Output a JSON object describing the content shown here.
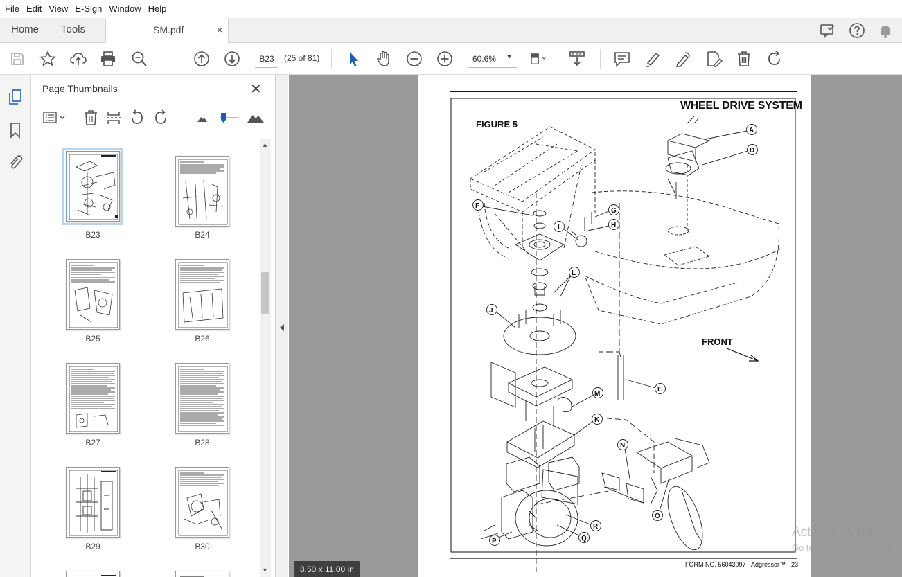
{
  "menu": [
    "File",
    "Edit",
    "View",
    "E-Sign",
    "Window",
    "Help"
  ],
  "tabs": {
    "home": "Home",
    "tools": "Tools",
    "doc": "SM.pdf",
    "close": "×"
  },
  "toolbar": {
    "page_value": "B23",
    "page_count": "(25 of 81)",
    "zoom": "60.6%"
  },
  "panel": {
    "title": "Page Thumbnails",
    "close": "✕",
    "thumbnails": [
      {
        "label": "B23",
        "selected": true
      },
      {
        "label": "B24",
        "selected": false
      },
      {
        "label": "B25",
        "selected": false
      },
      {
        "label": "B26",
        "selected": false
      },
      {
        "label": "B27",
        "selected": false
      },
      {
        "label": "B28",
        "selected": false
      },
      {
        "label": "B29",
        "selected": false
      },
      {
        "label": "B30",
        "selected": false
      }
    ]
  },
  "page_content": {
    "title": "WHEEL DRIVE SYSTEM",
    "figure_label": "FIGURE 5",
    "front_label": "FRONT",
    "footer": "FORM NO. 56043097 - Adgressor™ - 23",
    "callouts": [
      "A",
      "D",
      "F",
      "G",
      "H",
      "I",
      "L",
      "J",
      "E",
      "M",
      "K",
      "N",
      "O",
      "R",
      "Q",
      "P"
    ]
  },
  "page_size": "8.50 x 11.00 in",
  "watermark": {
    "line1": "Activate Windows",
    "line2": "Go to Settings to activate"
  }
}
